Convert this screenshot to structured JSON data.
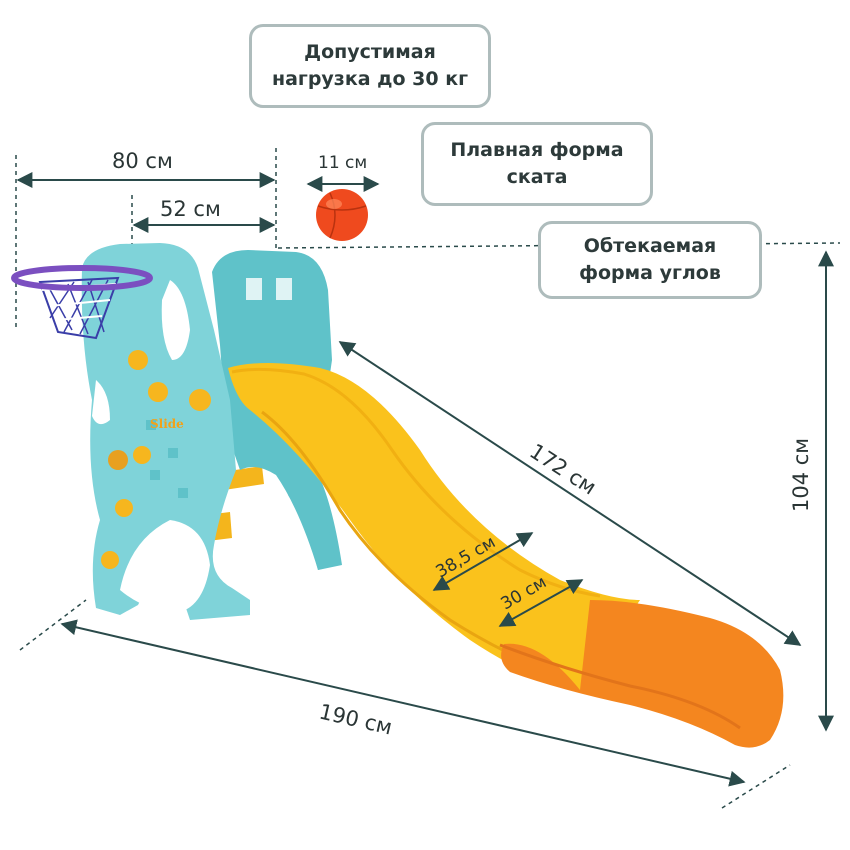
{
  "callouts": {
    "load_line1": "Допустимая",
    "load_line2": "нагрузка до 30 кг",
    "slope_line1": "Плавная форма",
    "slope_line2": "ската",
    "corners_line1": "Обтекаемая",
    "corners_line2": "форма углов"
  },
  "dimensions": {
    "platform_width": "80 см",
    "inner_width": "52 см",
    "ball_diameter": "11 см",
    "slide_length": "172 см",
    "height": "104 см",
    "slide_outer_width": "38,5 см",
    "slide_inner_width": "30 см",
    "total_length": "190 см"
  },
  "product": {
    "logo_text": "Slide"
  },
  "colors": {
    "tower": "#7fd3d9",
    "slide": "#fac21c",
    "slide_end": "#f4861f",
    "ball": "#ef4a1e",
    "hoop": "#7b4fc0",
    "dimension_line": "#2a4a4a",
    "callout_border": "#aebcbc"
  }
}
